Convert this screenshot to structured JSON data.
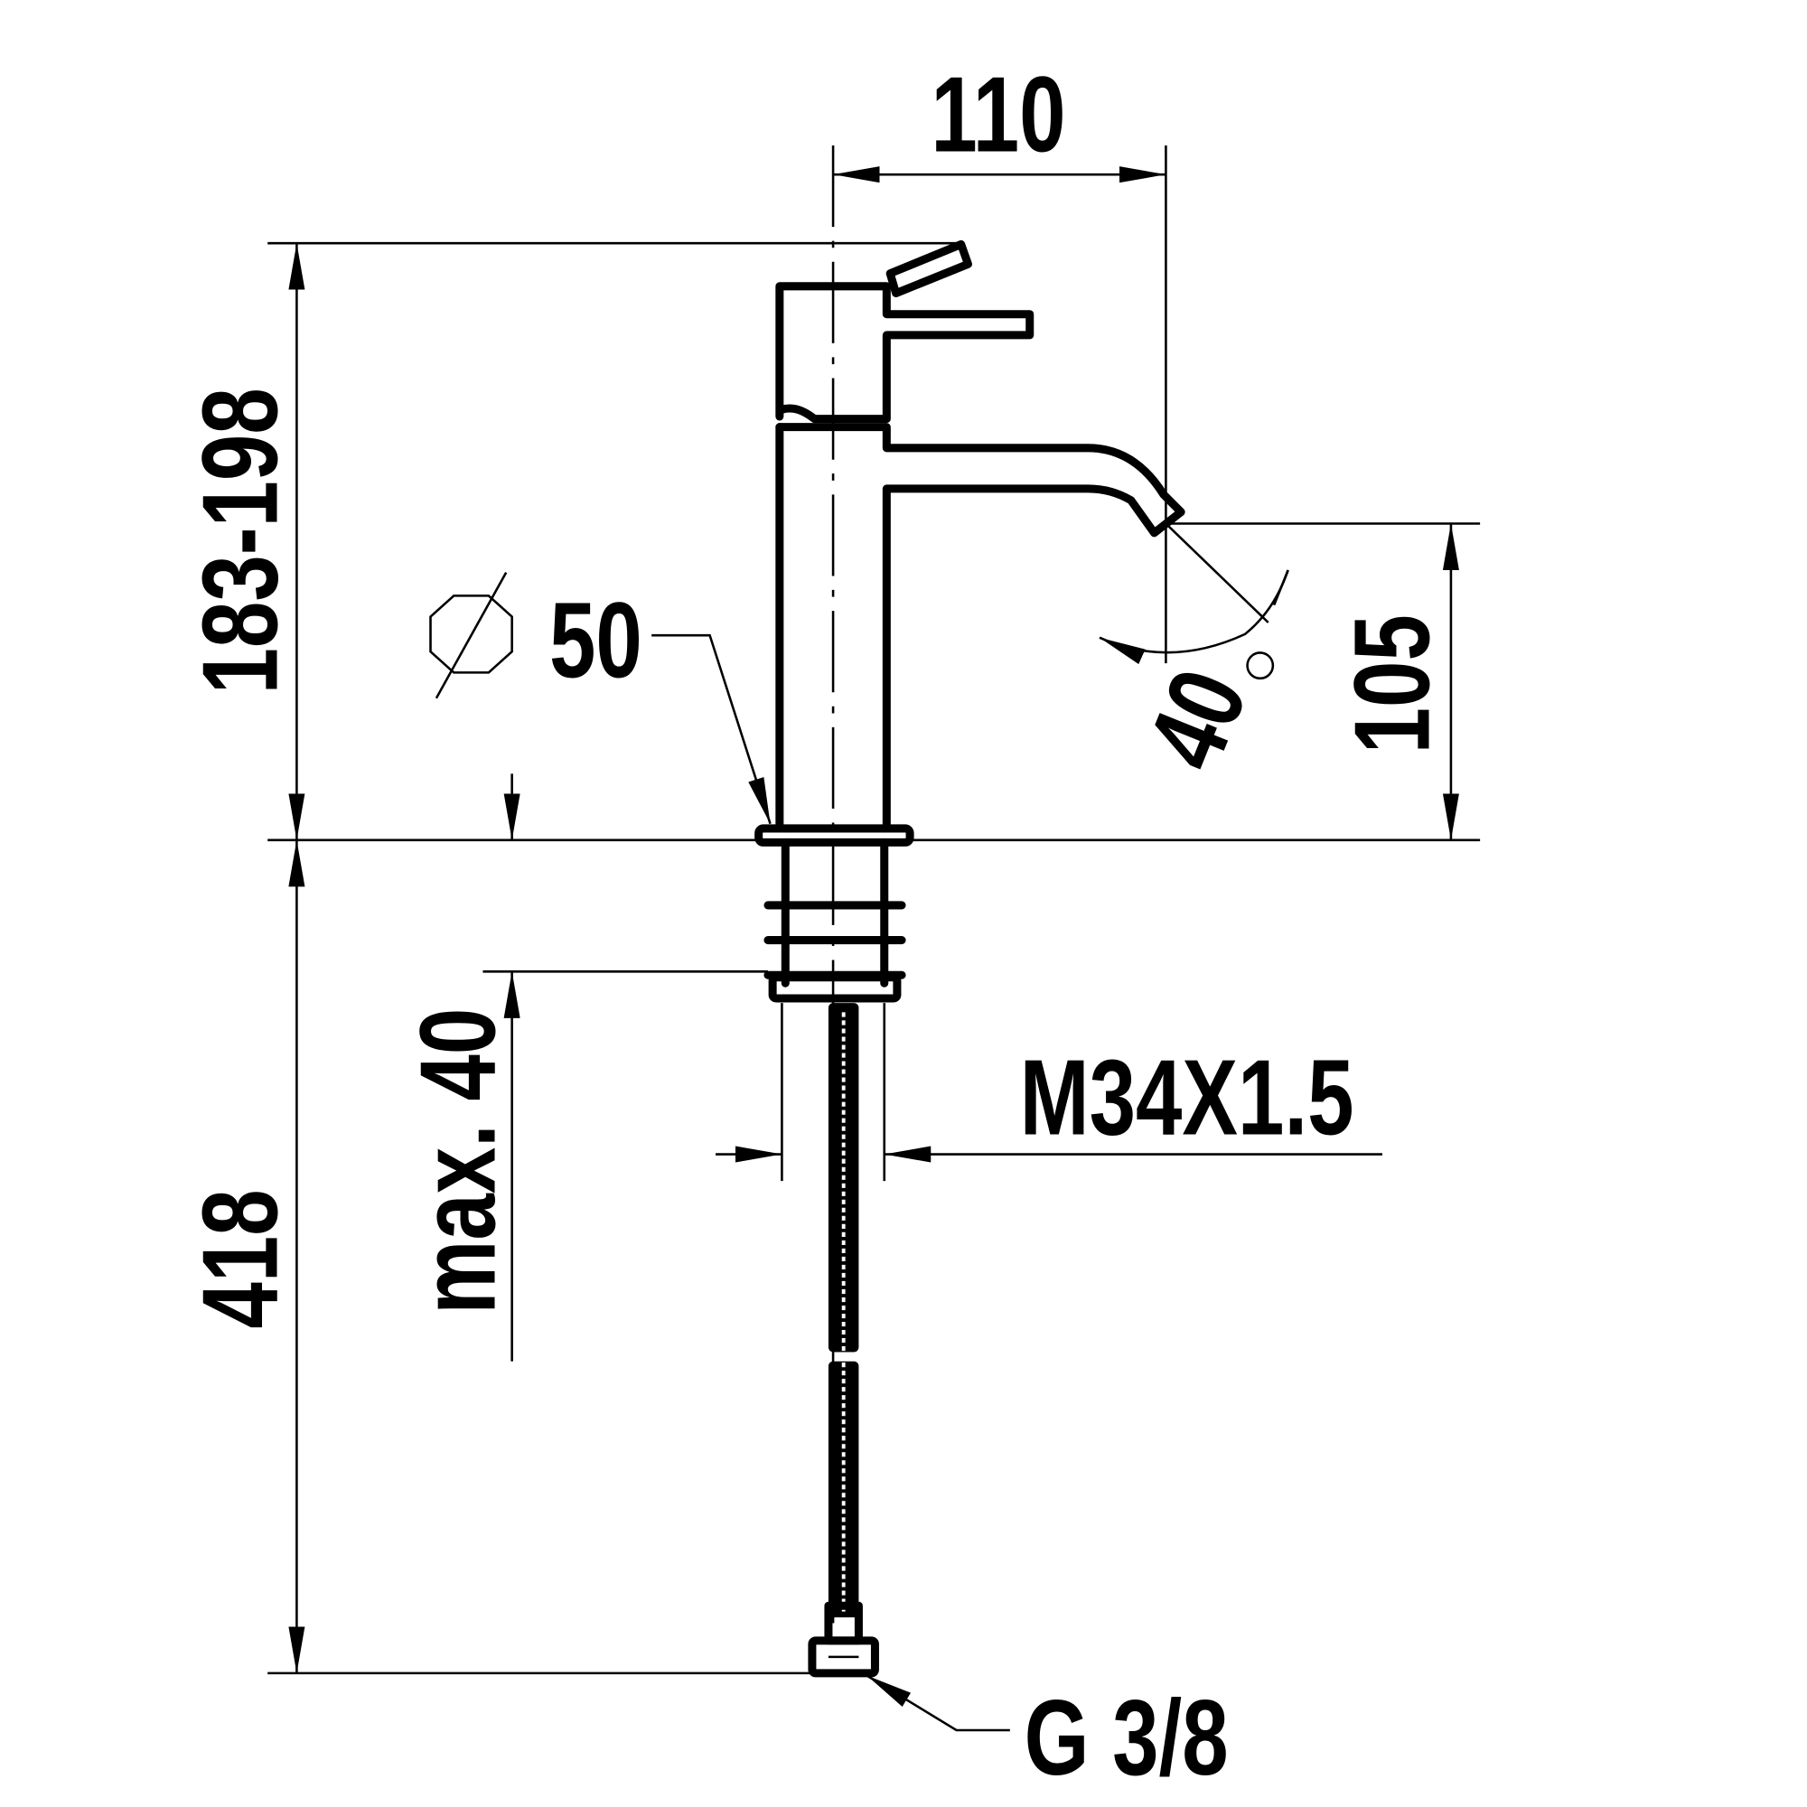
{
  "drawing": {
    "subject": "faucet",
    "dimensions": {
      "spout_reach": "110",
      "total_height": "183-198",
      "spout_height": "105",
      "hose_length": "418",
      "max_counter_thickness": "max. 40",
      "base_diameter": "50",
      "thread": "M34X1.5",
      "connection": "G 3/8",
      "lever_angle": "40"
    },
    "symbols": {
      "diameter": "diameter-icon",
      "degree": "degree-icon"
    },
    "colors": {
      "line": "#000000",
      "background": "#ffffff"
    }
  }
}
